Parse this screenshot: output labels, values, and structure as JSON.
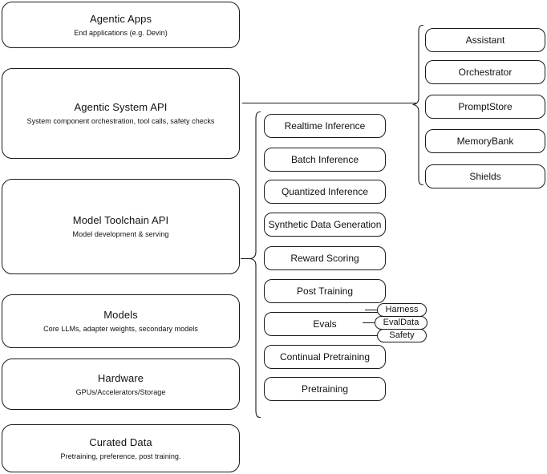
{
  "diagram": {
    "title": "AI Stack Architecture Diagram",
    "stroke_color": "#1a1a1a",
    "background_color": "#ffffff"
  },
  "left_stack": {
    "name": "layer-stack",
    "items": [
      {
        "title": "Agentic Apps",
        "subtitle": "End applications (e.g. Devin)"
      },
      {
        "title": "Agentic System API",
        "subtitle": "System component orchestration, tool calls, safety checks"
      },
      {
        "title": "Model Toolchain API",
        "subtitle": "Model development & serving"
      },
      {
        "title": "Models",
        "subtitle": "Core LLMs, adapter weights, secondary models"
      },
      {
        "title": "Hardware",
        "subtitle": "GPUs/Accelerators/Storage"
      },
      {
        "title": "Curated Data",
        "subtitle": "Pretraining, preference, post training."
      }
    ]
  },
  "toolchain_components": {
    "name": "model-toolchain-components",
    "items": [
      {
        "label": "Realtime Inference"
      },
      {
        "label": "Batch Inference"
      },
      {
        "label": "Quantized Inference"
      },
      {
        "label": "Synthetic Data Generation"
      },
      {
        "label": "Reward Scoring"
      },
      {
        "label": "Post Training"
      },
      {
        "label": "Evals"
      },
      {
        "label": "Continual Pretraining"
      },
      {
        "label": "Pretraining"
      }
    ]
  },
  "agentic_components": {
    "name": "agentic-system-components",
    "items": [
      {
        "label": "Assistant"
      },
      {
        "label": "Orchestrator"
      },
      {
        "label": "PromptStore"
      },
      {
        "label": "MemoryBank"
      },
      {
        "label": "Shields"
      }
    ]
  },
  "eval_pills": {
    "name": "evals-sub-components",
    "items": [
      {
        "label": "Harness"
      },
      {
        "label": "EvalData"
      },
      {
        "label": "Safety"
      }
    ]
  }
}
